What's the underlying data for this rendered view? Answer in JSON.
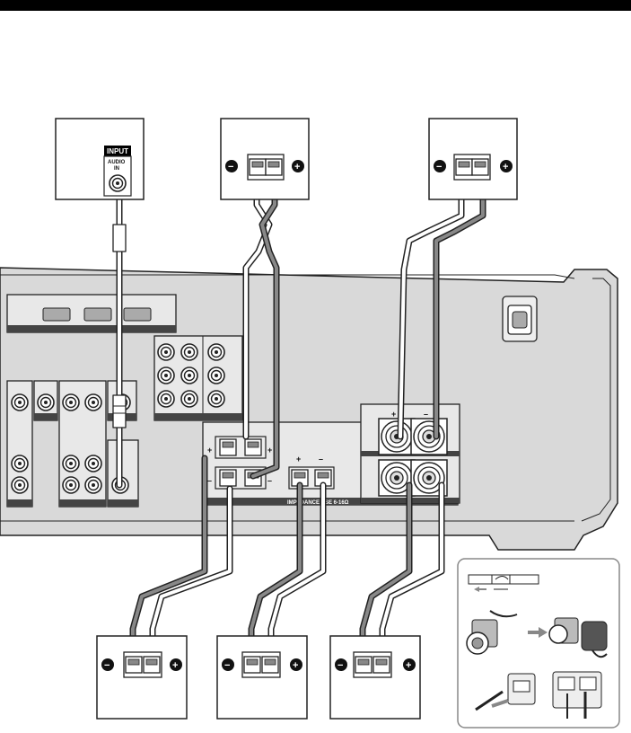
{
  "page": {
    "title_bar_text": ""
  },
  "input_device": {
    "input_heading": "INPUT",
    "jack_label_line1": "AUDIO",
    "jack_label_line2": "IN"
  },
  "receiver": {
    "speaker_polarity_plus": "+",
    "speaker_polarity_minus": "–",
    "impedance_text": "IMPEDANCE USE 6-16Ω"
  },
  "speakers": [
    {
      "id": "top-center",
      "minus_symbol": "−",
      "plus_symbol": "+"
    },
    {
      "id": "top-right",
      "minus_symbol": "−",
      "plus_symbol": "+"
    },
    {
      "id": "bottom-left",
      "minus_symbol": "−",
      "plus_symbol": "+"
    },
    {
      "id": "bottom-center",
      "minus_symbol": "−",
      "plus_symbol": "+"
    },
    {
      "id": "bottom-right",
      "minus_symbol": "−",
      "plus_symbol": "+"
    }
  ],
  "colors": {
    "header_bar": "#000000",
    "receiver_body": "#dcdcdc",
    "receiver_outline": "#222222",
    "panel_dark": "#555555",
    "cable_white": "#ffffff",
    "cable_dark": "#333333",
    "cable_gray": "#9a9a9a"
  },
  "icons": {
    "speaker_minus": "circle-minus-icon",
    "speaker_plus": "circle-plus-icon",
    "inset": "speaker-wire-connection-illustration"
  }
}
